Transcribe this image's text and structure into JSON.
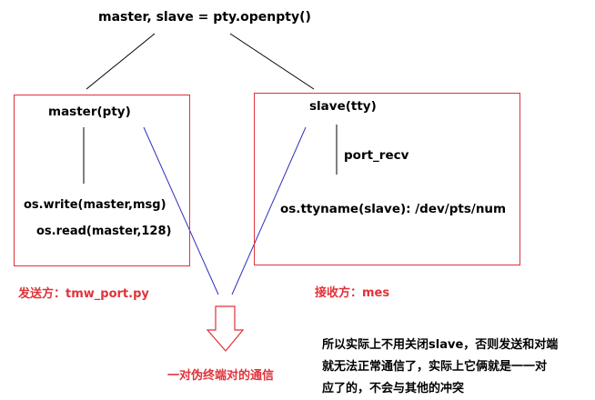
{
  "top_formula": "master, slave = pty.openpty()",
  "left_box": {
    "title": "master(pty)",
    "write_call": "os.write(master,msg)",
    "read_call": "os.read(master,128)"
  },
  "right_box": {
    "title": "slave(tty)",
    "port": "port_recv",
    "ttyname": "os.ttyname(slave):  /dev/pts/num"
  },
  "sender_label": "发送方：tmw_port.py",
  "receiver_label": "接收方：mes",
  "arrow_caption": "一对伪终端对的通信",
  "note_lines": [
    "所以实际上不用关闭slave，否则发送和对端",
    "就无法正常通信了，实际上它俩就是一一对",
    "应了的，不会与其他的冲突"
  ],
  "colors": {
    "box_border": "#e0323a",
    "connector": "#3030c0",
    "label_red": "#e0323a"
  }
}
